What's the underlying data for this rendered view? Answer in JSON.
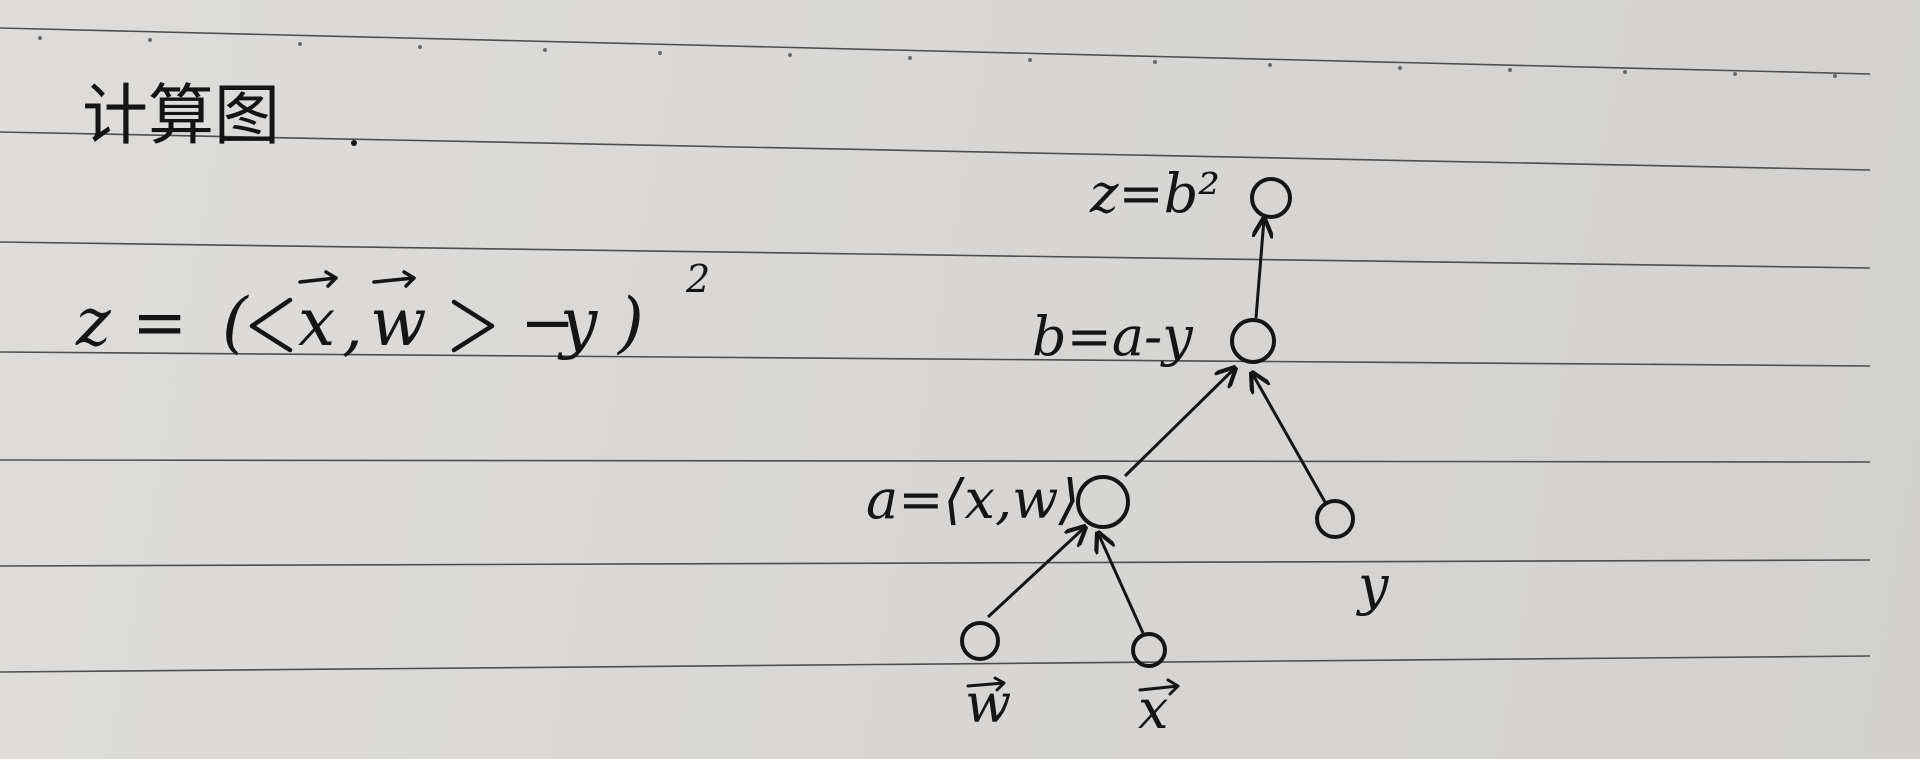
{
  "title": "计算图",
  "formula": {
    "lhs": "z",
    "equals": "=",
    "open": "(",
    "vector_x": "x",
    "vector_w": "w",
    "separator": ",",
    "minus": "−",
    "y": "y",
    "close": ")",
    "exponent": "2"
  },
  "nodes": {
    "z": {
      "label": "z=b²"
    },
    "b": {
      "label": "b=a-y"
    },
    "a": {
      "label": "a=⟨x,w⟩"
    },
    "w": {
      "label": "w"
    },
    "x": {
      "label": "x"
    },
    "y": {
      "label": "y"
    }
  },
  "edges": [
    {
      "from": "w",
      "to": "a"
    },
    {
      "from": "x",
      "to": "a"
    },
    {
      "from": "a",
      "to": "b"
    },
    {
      "from": "y",
      "to": "b"
    },
    {
      "from": "b",
      "to": "z"
    }
  ]
}
